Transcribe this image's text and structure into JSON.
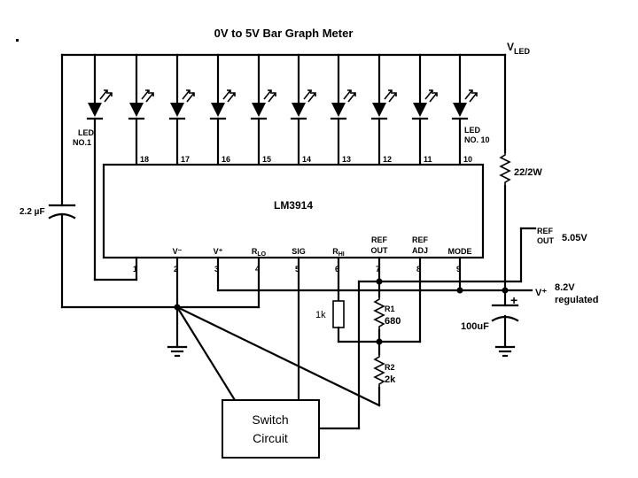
{
  "title": "0V to 5V Bar Graph Meter",
  "supply_label": "V",
  "supply_sub": "LED",
  "ic": {
    "name": "LM3914",
    "led_pins": [
      "18",
      "17",
      "16",
      "15",
      "14",
      "13",
      "12",
      "11",
      "10"
    ],
    "bottom_pins": [
      {
        "num": "1",
        "label": ""
      },
      {
        "num": "2",
        "label": "V⁻"
      },
      {
        "num": "3",
        "label": "V⁺"
      },
      {
        "num": "4",
        "label": "R",
        "sub": "LO"
      },
      {
        "num": "5",
        "label": "SIG"
      },
      {
        "num": "6",
        "label": "R",
        "sub": "HI"
      },
      {
        "num": "7",
        "label": "REF",
        "label2": "OUT"
      },
      {
        "num": "8",
        "label": "REF",
        "label2": "ADJ"
      },
      {
        "num": "9",
        "label": "MODE"
      }
    ]
  },
  "led_first": {
    "line1": "LED",
    "line2": "NO.1"
  },
  "led_last": {
    "line1": "LED",
    "line2": "NO. 10"
  },
  "cap_left": "2.2 µF",
  "resistor_led": "22/2W",
  "ref_out": {
    "line1": "REF",
    "line2": "OUT",
    "value": "5.05V"
  },
  "vplus": {
    "label": "V⁺",
    "value": "8.2V",
    "note": "regulated"
  },
  "cap_right": {
    "value": "100uF",
    "polarity": "+"
  },
  "r_pot": "1k",
  "r1": {
    "name": "R1",
    "value": "680"
  },
  "r2": {
    "name": "R2",
    "value": "2k"
  },
  "switch": {
    "line1": "Switch",
    "line2": "Circuit"
  }
}
